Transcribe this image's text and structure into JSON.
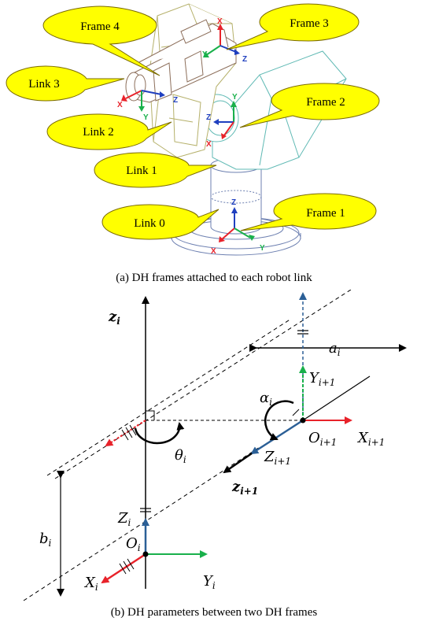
{
  "figure_a": {
    "caption": "(a) DH frames attached to each robot link",
    "callouts": {
      "frame4": "Frame 4",
      "frame3": "Frame 3",
      "link3": "Link 3",
      "frame2": "Frame 2",
      "link2": "Link 2",
      "link1": "Link 1",
      "link0": "Link 0",
      "frame1": "Frame 1"
    },
    "axis_letters": {
      "x": "X",
      "y": "Y",
      "z": "Z"
    },
    "colors": {
      "callout_fill": "#ffff00",
      "callout_stroke": "#7a6a00",
      "x_axis": "#e8222a",
      "y_axis": "#19b04b",
      "z_axis": "#1f3fbf",
      "link_yellow": "#b5b06a",
      "link_cyan": "#5fb9b4",
      "link_brown": "#8c6e5a",
      "base_blue": "#6c7fb0"
    }
  },
  "figure_b": {
    "caption": "(b) DH parameters between two DH frames",
    "labels": {
      "z_i_bold": "z",
      "z_i_bold_sub": "i",
      "Z_i": "Z",
      "Z_i_sub": "i",
      "O_i": "O",
      "O_i_sub": "i",
      "X_i": "X",
      "X_i_sub": "i",
      "Y_i": "Y",
      "Y_i_sub": "i",
      "b_i": "b",
      "b_i_sub": "i",
      "theta_i": "θ",
      "theta_i_sub": "i",
      "a_i": "a",
      "a_i_sub": "i",
      "alpha_i": "α",
      "alpha_i_sub": "i",
      "Y_i1": "Y",
      "Y_i1_sub": "i+1",
      "O_i1": "O",
      "O_i1_sub": "i+1",
      "X_i1": "X",
      "X_i1_sub": "i+1",
      "Z_i1": "Z",
      "Z_i1_sub": "i+1",
      "z_i1_bold": "z",
      "z_i1_bold_sub": "i+1"
    },
    "colors": {
      "z_axis": "#2b5f96",
      "x_axis": "#e8222a",
      "y_axis": "#19b04b",
      "line": "#000000"
    }
  }
}
